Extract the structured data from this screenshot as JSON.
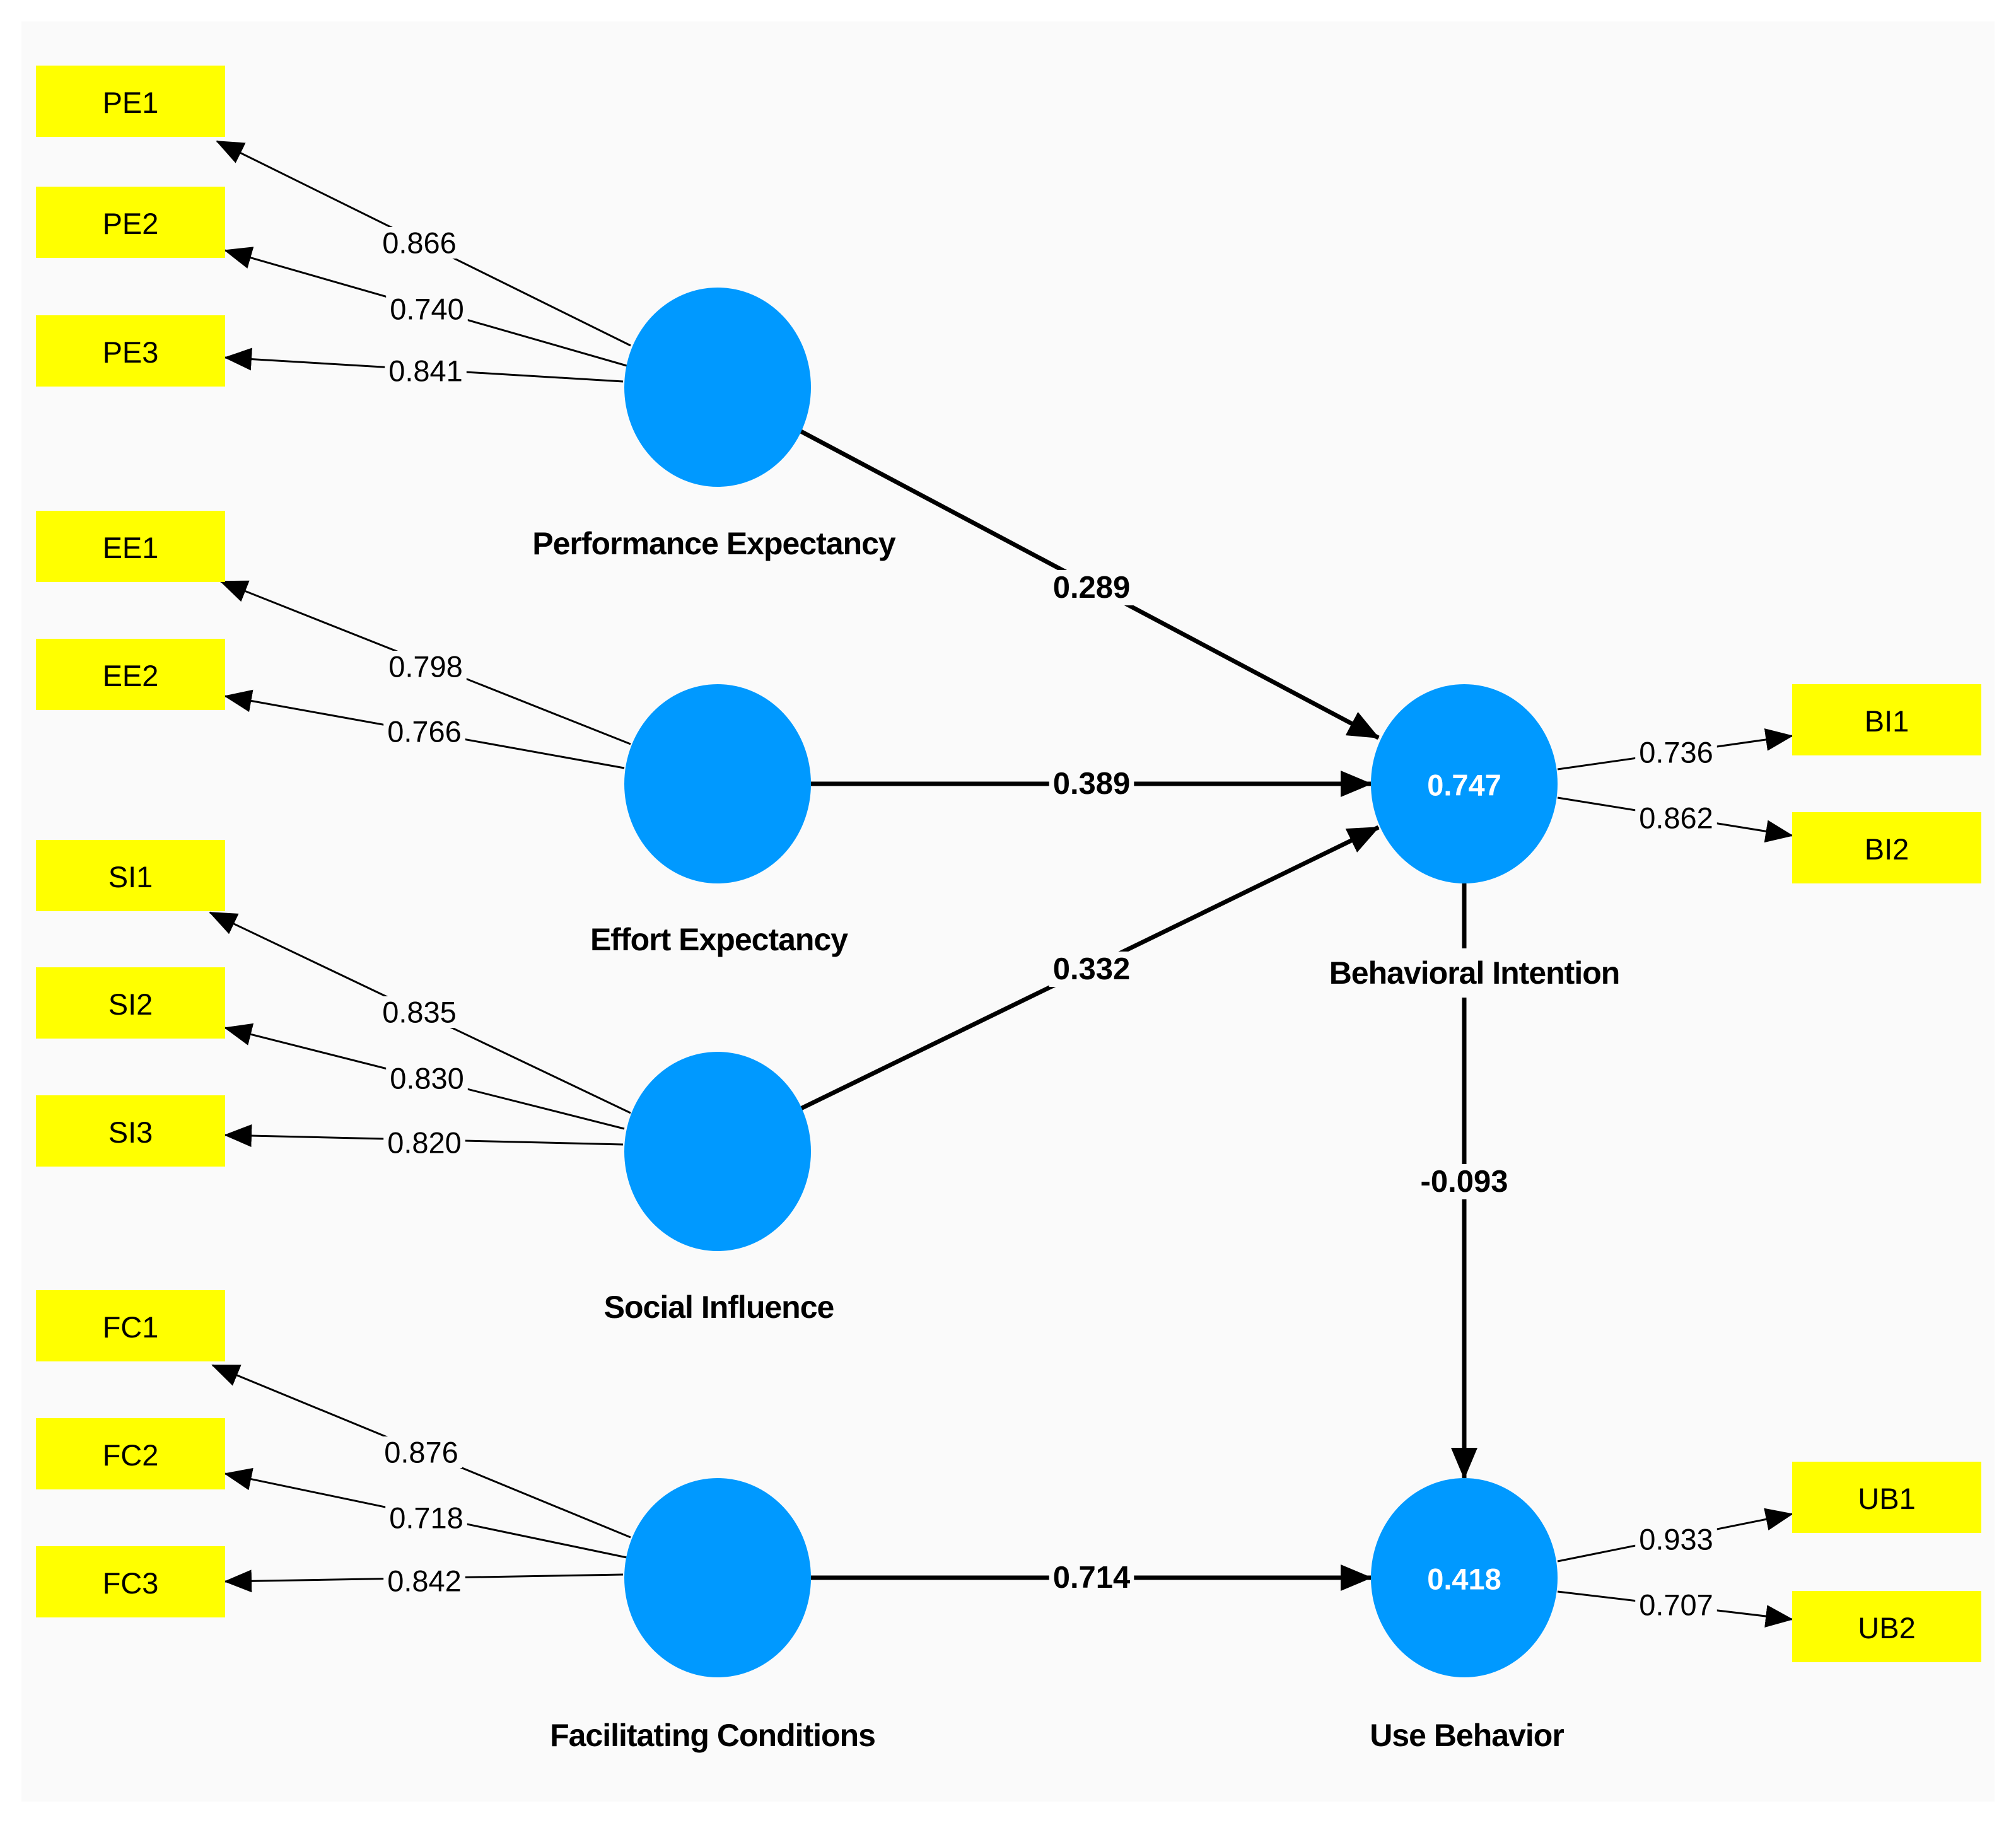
{
  "colors": {
    "construct_fill": "#0099ff",
    "indicator_fill": "#ffff00",
    "edge": "#000000",
    "background": "#fafafa"
  },
  "constructs": [
    {
      "id": "PE",
      "name": "Performance Expectancy",
      "r2": ""
    },
    {
      "id": "EE",
      "name": "Effort Expectancy",
      "r2": ""
    },
    {
      "id": "SI",
      "name": "Social Influence",
      "r2": ""
    },
    {
      "id": "FC",
      "name": "Facilitating Conditions",
      "r2": ""
    },
    {
      "id": "BI",
      "name": "Behavioral Intention",
      "r2": "0.747"
    },
    {
      "id": "UB",
      "name": "Use Behavior",
      "r2": "0.418"
    }
  ],
  "indicators": [
    {
      "id": "PE1",
      "construct": "PE",
      "loading": "0.866"
    },
    {
      "id": "PE2",
      "construct": "PE",
      "loading": "0.740"
    },
    {
      "id": "PE3",
      "construct": "PE",
      "loading": "0.841"
    },
    {
      "id": "EE1",
      "construct": "EE",
      "loading": "0.798"
    },
    {
      "id": "EE2",
      "construct": "EE",
      "loading": "0.766"
    },
    {
      "id": "SI1",
      "construct": "SI",
      "loading": "0.835"
    },
    {
      "id": "SI2",
      "construct": "SI",
      "loading": "0.830"
    },
    {
      "id": "SI3",
      "construct": "SI",
      "loading": "0.820"
    },
    {
      "id": "FC1",
      "construct": "FC",
      "loading": "0.876"
    },
    {
      "id": "FC2",
      "construct": "FC",
      "loading": "0.718"
    },
    {
      "id": "FC3",
      "construct": "FC",
      "loading": "0.842"
    },
    {
      "id": "BI1",
      "construct": "BI",
      "loading": "0.736"
    },
    {
      "id": "BI2",
      "construct": "BI",
      "loading": "0.862"
    },
    {
      "id": "UB1",
      "construct": "UB",
      "loading": "0.933"
    },
    {
      "id": "UB2",
      "construct": "UB",
      "loading": "0.707"
    }
  ],
  "paths": [
    {
      "from": "PE",
      "to": "BI",
      "coef": "0.289"
    },
    {
      "from": "EE",
      "to": "BI",
      "coef": "0.389"
    },
    {
      "from": "SI",
      "to": "BI",
      "coef": "0.332"
    },
    {
      "from": "FC",
      "to": "UB",
      "coef": "0.714"
    },
    {
      "from": "BI",
      "to": "UB",
      "coef": "-0.093"
    }
  ]
}
